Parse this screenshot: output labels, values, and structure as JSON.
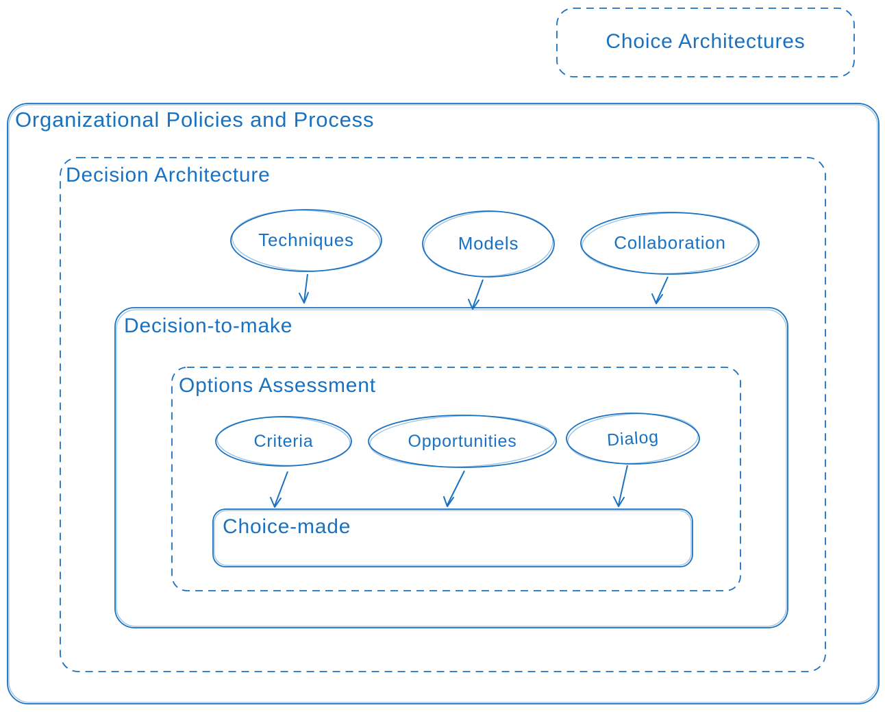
{
  "diagram": {
    "background": "#ffffff",
    "stroke_color": "#1971c2",
    "text_color": "#1971c2",
    "style": "hand-drawn whiteboard sketch",
    "nodes": {
      "choice_architectures": {
        "label": "Choice Architectures",
        "shape": "dashed-rounded-rect"
      },
      "organizational_policies": {
        "label": "Organizational Policies and Process",
        "shape": "rounded-rect"
      },
      "decision_architecture": {
        "label": "Decision Architecture",
        "shape": "dashed-rounded-rect"
      },
      "techniques": {
        "label": "Techniques",
        "shape": "ellipse"
      },
      "models": {
        "label": "Models",
        "shape": "ellipse"
      },
      "collaboration": {
        "label": "Collaboration",
        "shape": "ellipse"
      },
      "decision_to_make": {
        "label": "Decision-to-make",
        "shape": "rounded-rect"
      },
      "options_assessment": {
        "label": "Options Assessment",
        "shape": "dashed-rounded-rect"
      },
      "criteria": {
        "label": "Criteria",
        "shape": "ellipse"
      },
      "opportunities": {
        "label": "Opportunities",
        "shape": "ellipse"
      },
      "dialog": {
        "label": "Dialog",
        "shape": "ellipse"
      },
      "choice_made": {
        "label": "Choice-made",
        "shape": "rounded-rect"
      }
    },
    "containment": [
      "organizational_policies > decision_architecture",
      "decision_architecture > techniques, models, collaboration, decision_to_make",
      "decision_to_make > options_assessment",
      "options_assessment > criteria, opportunities, dialog, choice_made"
    ],
    "edges": [
      {
        "from": "techniques",
        "to": "decision_to_make",
        "type": "arrow"
      },
      {
        "from": "models",
        "to": "decision_to_make",
        "type": "arrow"
      },
      {
        "from": "collaboration",
        "to": "decision_to_make",
        "type": "arrow"
      },
      {
        "from": "criteria",
        "to": "choice_made",
        "type": "arrow"
      },
      {
        "from": "opportunities",
        "to": "choice_made",
        "type": "arrow"
      },
      {
        "from": "dialog",
        "to": "choice_made",
        "type": "arrow"
      }
    ]
  }
}
